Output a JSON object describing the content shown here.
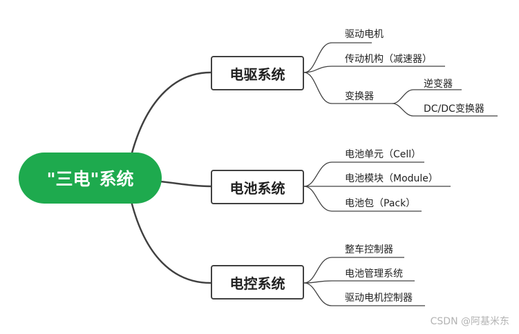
{
  "root": {
    "label": "\"三电\"系统",
    "color": "#1eaa4e"
  },
  "branches": [
    {
      "label": "电驱系统",
      "children": [
        "驱动电机",
        "传动机构（减速器）",
        "变换器"
      ],
      "grandchildren": [
        "逆变器",
        "DC/DC变换器"
      ]
    },
    {
      "label": "电池系统",
      "children": [
        "电池单元（Cell）",
        "电池模块（Module）",
        "电池包（Pack）"
      ]
    },
    {
      "label": "电控系统",
      "children": [
        "整车控制器",
        "电池管理系统",
        "驱动电机控制器"
      ]
    }
  ],
  "watermark": "CSDN @阿基米东"
}
